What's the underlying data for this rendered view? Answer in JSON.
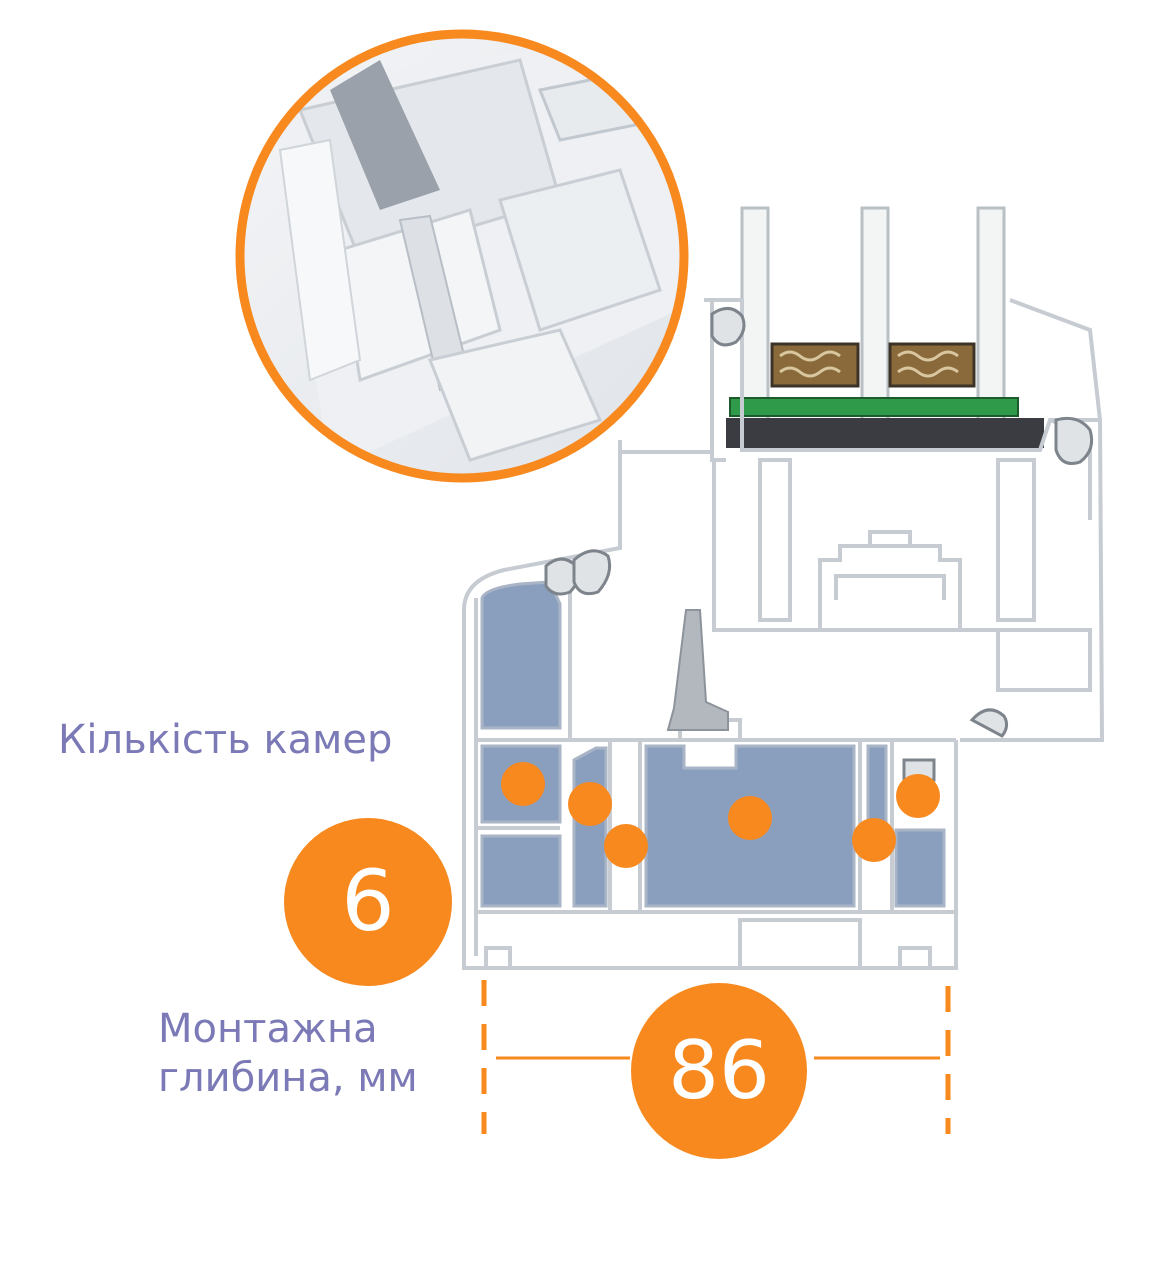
{
  "labels": {
    "chambers": "Кількість камер",
    "depth_line1": "Монтажна",
    "depth_line2": "глибина, мм"
  },
  "values": {
    "chambers": "6",
    "depth": "86"
  },
  "colors": {
    "accent": "#f7891f",
    "label_text": "#7b79b6",
    "chamber_fill": "#8a9fbe",
    "profile_line": "#c7ccd3",
    "seal_green": "#2e9a4a",
    "spacer_brown": "#8a6a3a"
  }
}
